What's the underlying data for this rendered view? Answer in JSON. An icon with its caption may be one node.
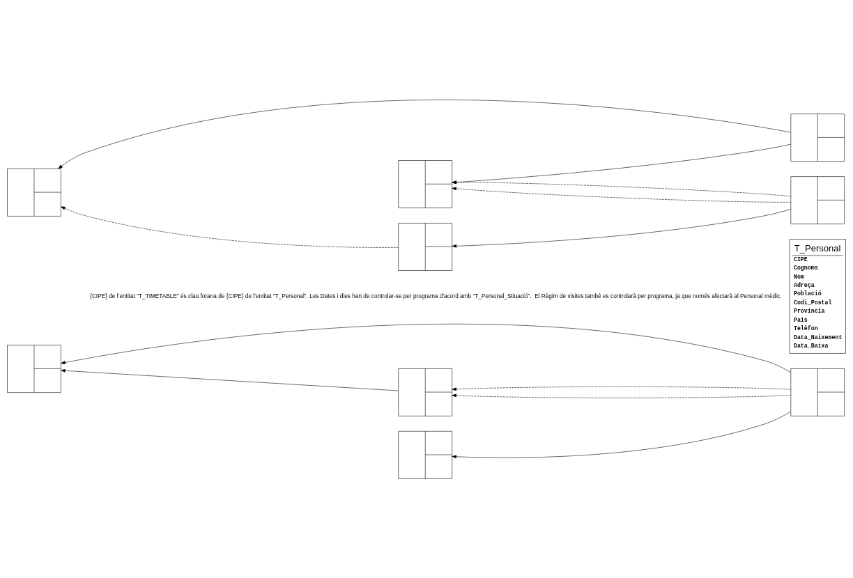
{
  "diagram": {
    "nodes": [
      {
        "text": [],
        "shape": "box"
      },
      {
        "text": [],
        "shape": "box"
      },
      {
        "text": [],
        "shape": "box"
      },
      {
        "text": [
          "T_Personal",
          "CIPE",
          "Cognoms",
          "Nom",
          "Adreça",
          "Població",
          "Codi_Postal",
          "Província",
          "País",
          "Telèfon",
          "Data_Naixement",
          "Data_Baixa"
        ]
      },
      {
        "text": [],
        "shape": "box"
      },
      {
        "text": [],
        "shape": "box"
      },
      {
        "text": [],
        "shape": "box"
      },
      {
        "text": [],
        "shape": "box"
      },
      {
        "text": [],
        "shape": "box"
      },
      {
        "text": [],
        "shape": "box"
      }
    ],
    "edges": [
      {
        "from": 1,
        "to": 0,
        "arrow": "to"
      },
      {
        "from": 2,
        "to": 0,
        "arrow": "to"
      },
      {
        "from": 2,
        "to": 1,
        "arrow": "to",
        "style": "dashed"
      },
      {
        "from": 2,
        "to": 1,
        "arrow": "to",
        "style": "dashed"
      },
      {
        "from": 2,
        "to": 4,
        "arrow": "to"
      },
      {
        "from": 6,
        "to": 5,
        "arrow": "to"
      },
      {
        "from": 6,
        "to": 7,
        "arrow": "to"
      },
      {
        "from": 8,
        "to": 7,
        "arrow": "to",
        "style": "dashed"
      },
      {
        "from": 8,
        "to": 7,
        "arrow": "to",
        "style": "dashed"
      },
      {
        "from": 8,
        "to": 9,
        "arrow": "to"
      },
      {
        "from": 9,
        "to": 5,
        "arrow": "to",
        "style": "dashed"
      }
    ],
    "labels": [
      "{CIPE} de l’entitat “T_TIMETABLE” és clau forana de {CIPE} de l’entitat “T_Personal”. Les Dates i dies han de controlar-se per programa d’acord amb “T_Personal_Stiuació”.  El Règim de visites també es controlarà per programa, ja que només afectarà al Personal mèdic."
    ]
  }
}
